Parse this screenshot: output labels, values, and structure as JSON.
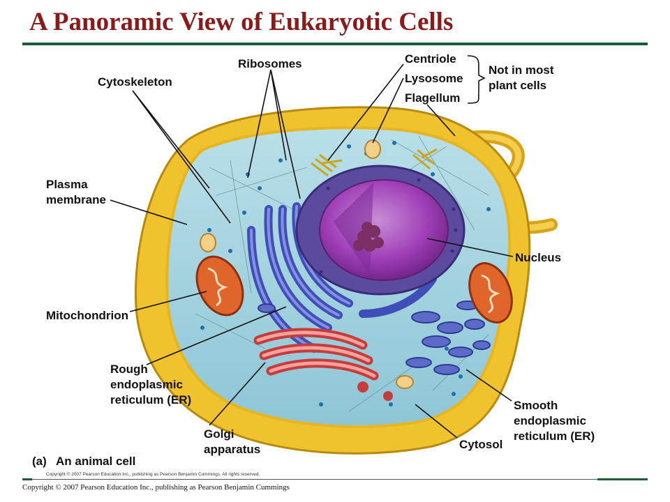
{
  "title": "A Panoramic View of Eukaryotic Cells",
  "labels": {
    "ribosomes": "Ribosomes",
    "cytoskeleton": "Cytoskeleton",
    "centriole": "Centriole",
    "lysosome": "Lysosome",
    "flagellum": "Flagellum",
    "not_in_plants_1": "Not in most",
    "not_in_plants_2": "plant cells",
    "plasma_membrane_1": "Plasma",
    "plasma_membrane_2": "membrane",
    "nucleus": "Nucleus",
    "mitochondrion": "Mitochondrion",
    "rough_er_1": "Rough",
    "rough_er_2": "endoplasmic",
    "rough_er_3": "reticulum (ER)",
    "smooth_er_1": "Smooth",
    "smooth_er_2": "endoplasmic",
    "smooth_er_3": "reticulum (ER)",
    "golgi_1": "Golgi",
    "golgi_2": "apparatus",
    "cytosol": "Cytosol"
  },
  "caption": {
    "part": "(a)",
    "text": "An animal cell",
    "figure_credit": "Copyright © 2007 Pearson Education Inc., publishing as Pearson Benjamin Cummings. All rights reserved."
  },
  "footer": {
    "copyright": "Copyright © 2007 Pearson Education Inc., publishing as Pearson Benjamin Cummings"
  }
}
